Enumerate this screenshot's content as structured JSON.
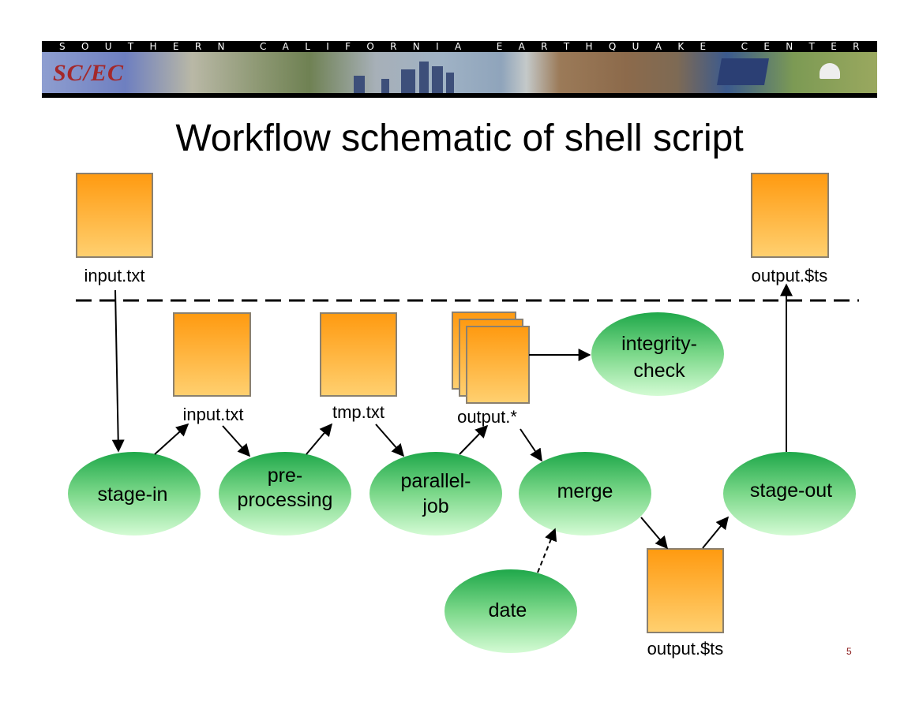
{
  "banner": {
    "letters": [
      "S",
      "O",
      "U",
      "T",
      "H",
      "E",
      "R",
      "N",
      " ",
      "C",
      "A",
      "L",
      "I",
      "F",
      "O",
      "R",
      "N",
      "I",
      "A",
      " ",
      "E",
      "A",
      "R",
      "T",
      "H",
      "Q",
      "U",
      "A",
      "K",
      "E",
      " ",
      "C",
      "E",
      "N",
      "T",
      "E",
      "R"
    ],
    "logo_text": "SC/EC",
    "organization": "Southern California Earthquake Center"
  },
  "slide": {
    "title": "Workflow schematic of shell script",
    "page_number": "5"
  },
  "colors": {
    "file_top": "#ff9a10",
    "file_bottom": "#ffd070",
    "file_border": "#8a8070",
    "process_top": "#1fa84a",
    "process_bottom": "#d4fbd4",
    "arrow": "#000000"
  },
  "files": {
    "input_outside": "input.txt",
    "output_outside": "output.$ts",
    "input_inside": "input.txt",
    "tmp": "tmp.txt",
    "outputs": "output.*",
    "output_final": "output.$ts"
  },
  "processes": {
    "stage_in": [
      "stage-in"
    ],
    "preprocessing": [
      "pre-",
      "processing"
    ],
    "parallel_job": [
      "parallel-",
      "job"
    ],
    "merge": [
      "merge"
    ],
    "stage_out": [
      "stage-out"
    ],
    "integrity_check": [
      "integrity-",
      "check"
    ],
    "date": [
      "date"
    ]
  },
  "edges": [
    {
      "from": "input.txt (external)",
      "to": "stage-in",
      "style": "solid"
    },
    {
      "from": "stage-in",
      "to": "input.txt",
      "style": "solid"
    },
    {
      "from": "input.txt",
      "to": "pre-processing",
      "style": "solid"
    },
    {
      "from": "pre-processing",
      "to": "tmp.txt",
      "style": "solid"
    },
    {
      "from": "tmp.txt",
      "to": "parallel-job",
      "style": "solid"
    },
    {
      "from": "parallel-job",
      "to": "output.*",
      "style": "solid"
    },
    {
      "from": "output.*",
      "to": "integrity-check",
      "style": "solid"
    },
    {
      "from": "output.*",
      "to": "merge",
      "style": "solid"
    },
    {
      "from": "date",
      "to": "merge",
      "style": "dashed"
    },
    {
      "from": "merge",
      "to": "output.$ts",
      "style": "solid"
    },
    {
      "from": "output.$ts",
      "to": "stage-out",
      "style": "solid"
    },
    {
      "from": "stage-out",
      "to": "output.$ts (external)",
      "style": "solid"
    }
  ]
}
